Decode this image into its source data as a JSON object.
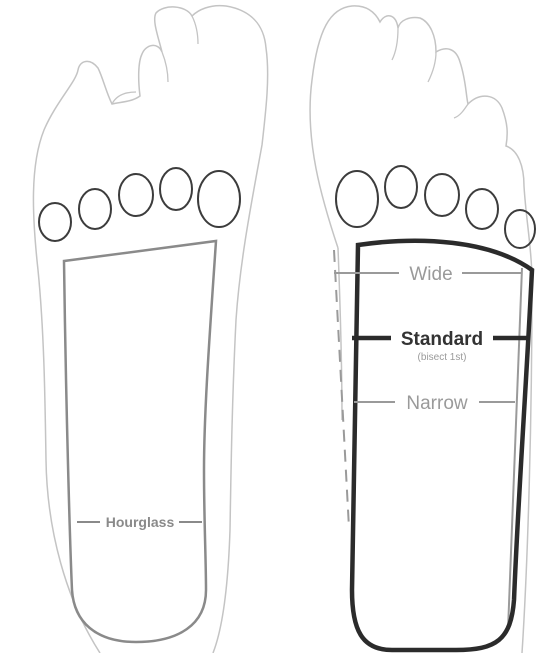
{
  "labels": {
    "hourglass": "Hourglass",
    "wide": "Wide",
    "standard": "Standard",
    "standard_note": "(bisect 1st)",
    "narrow": "Narrow"
  },
  "colors": {
    "foot_outline": "#c4c4c4",
    "toe_pad": "#3c3c3c",
    "hourglass_insole": "#8a8a8a",
    "standard_insole": "#2b2b2b",
    "guide_line": "#9a9a9a"
  }
}
